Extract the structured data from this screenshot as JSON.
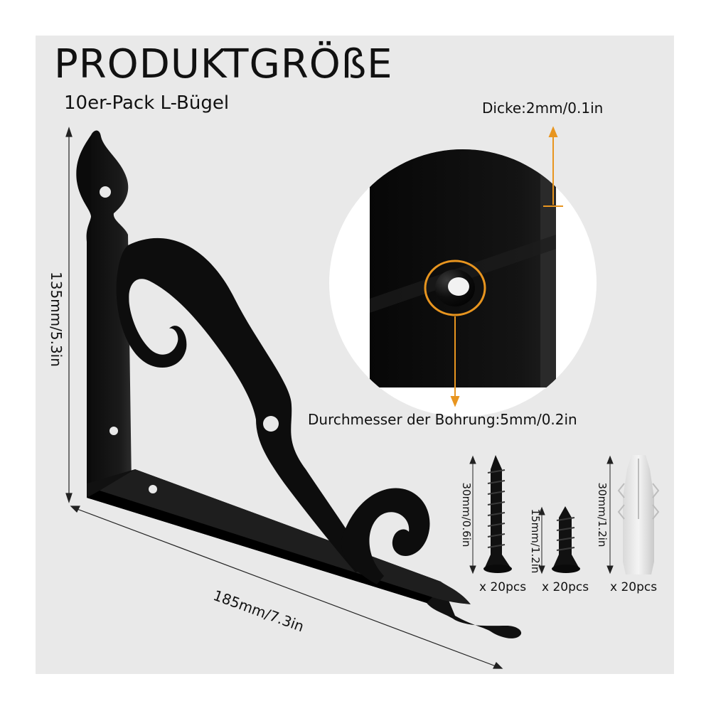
{
  "heading": {
    "title": "PRODUKTGRÖßE",
    "subtitle": "10er-Pack L-Bügel"
  },
  "dimensions": {
    "height": "135mm/5.3in",
    "length": "185mm/7.3in",
    "thickness": "Dicke:2mm/0.1in",
    "hole_diameter": "Durchmesser der Bohrung:5mm/0.2in"
  },
  "accessories": [
    {
      "size": "30mm/0.6in",
      "count": "x 20pcs"
    },
    {
      "size": "15mm/1.2in",
      "count": "x 20pcs"
    },
    {
      "size": "30mm/1.2in",
      "count": "x 20pcs"
    }
  ],
  "colors": {
    "panel": "#e9e9e9",
    "bracket": "#0c0c0c",
    "accent": "#e8951f"
  }
}
